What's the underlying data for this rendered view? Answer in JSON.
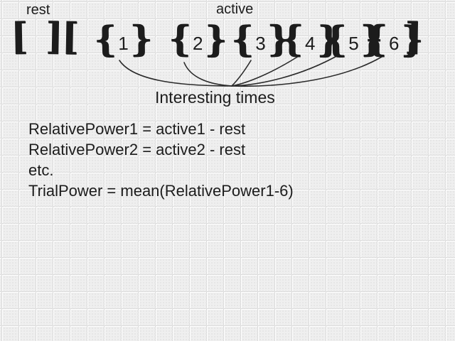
{
  "labels": {
    "rest": "rest",
    "active": "active",
    "interesting_times": "Interesting times"
  },
  "timeline": {
    "open_bracket": "[",
    "rest_active_separator": "][",
    "close_bracket": "]",
    "epochs": [
      {
        "open_brace": "{",
        "number": "1",
        "close_brace": "}"
      },
      {
        "open_brace": "{",
        "number": "2",
        "close_brace": "}"
      },
      {
        "open_brace": "{",
        "number": "3",
        "close_brace": "}"
      },
      {
        "open_brace": "{",
        "number": "4",
        "close_brace": "}"
      },
      {
        "open_brace": "{",
        "number": "5",
        "close_brace": "}"
      },
      {
        "open_brace": "{",
        "number": "6",
        "close_brace": "}"
      }
    ]
  },
  "formulas": [
    "RelativePower1 = active1 - rest",
    "RelativePower2 = active2 - rest",
    "etc.",
    "TrialPower = mean(RelativePower1-6)"
  ],
  "colors": {
    "ink": "#1c1c1c",
    "grid-line": "#d9d9d9",
    "grid-dot": "#e3e3e3",
    "background": "#efefef"
  }
}
